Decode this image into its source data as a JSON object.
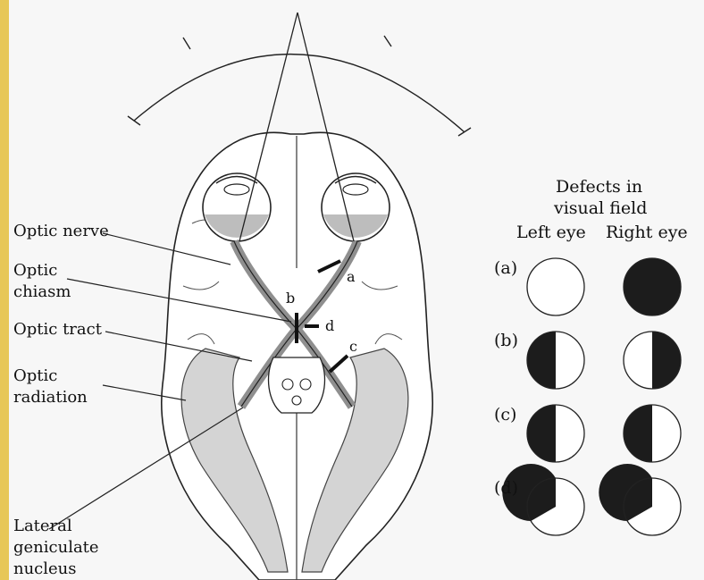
{
  "labels": {
    "optic_nerve": "Optic nerve",
    "optic_chiasm_1": "Optic",
    "optic_chiasm_2": "chiasm",
    "optic_tract": "Optic tract",
    "optic_radiation_1": "Optic",
    "optic_radiation_2": "radiation",
    "lgn_1": "Lateral",
    "lgn_2": "geniculate",
    "lgn_3": "nucleus"
  },
  "lesion_letters": {
    "a": "a",
    "b": "b",
    "c": "c",
    "d": "d"
  },
  "defects": {
    "title_1": "Defects in",
    "title_2": "visual field",
    "left_eye": "Left eye",
    "right_eye": "Right eye",
    "rows": [
      {
        "label": "(a)",
        "left": "normal",
        "right": "full"
      },
      {
        "label": "(b)",
        "left": "left-half",
        "right": "right-half"
      },
      {
        "label": "(c)",
        "left": "left-half",
        "right": "left-half"
      },
      {
        "label": "(d)",
        "left": "upper-left-quadrant",
        "right": "upper-left-quadrant"
      }
    ]
  },
  "colors": {
    "stripe": "#e7c757",
    "defect_fill": "#1c1c1c",
    "tract_gray": "#8f8f8f",
    "radiation_gray": "#d4d4d4"
  }
}
